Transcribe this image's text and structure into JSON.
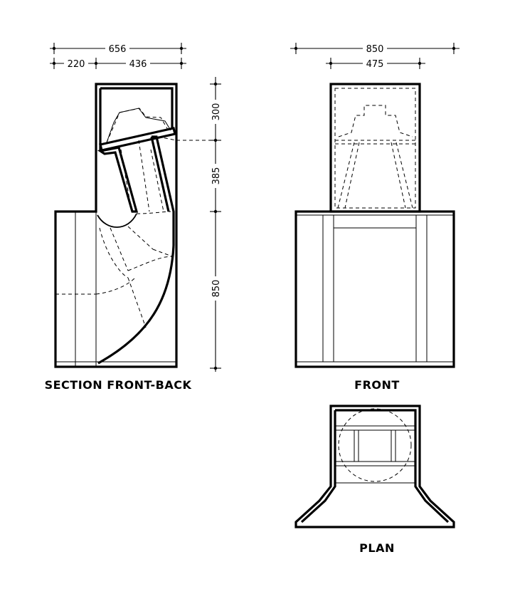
{
  "section": {
    "caption": "SECTION FRONT-BACK",
    "dim_total_width": "656",
    "dim_part_a": "220",
    "dim_part_b": "436",
    "dim_top": "300",
    "dim_middle": "385",
    "dim_bottom": "850"
  },
  "front": {
    "caption": "FRONT",
    "dim_total_width": "850",
    "dim_inner_width": "475"
  },
  "plan": {
    "caption": "PLAN"
  }
}
